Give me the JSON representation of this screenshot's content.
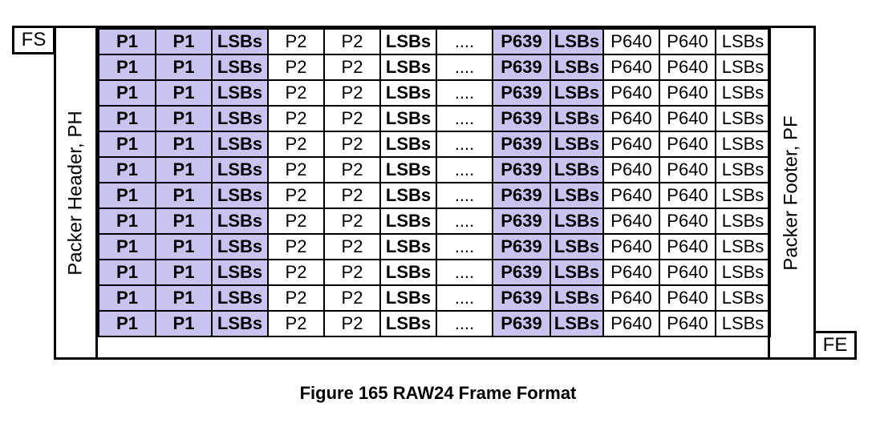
{
  "frame_start": "FS",
  "frame_end": "FE",
  "packet_header": "Packer Header, PH",
  "packet_footer": "Packer Footer, PF",
  "row_count": 12,
  "columns": [
    {
      "label": "P1",
      "bold": true,
      "highlight": "#c8c4f0"
    },
    {
      "label": "P1",
      "bold": true,
      "highlight": "#c8c4f0"
    },
    {
      "label": "LSBs",
      "bold": true,
      "highlight": "#c8c4f0"
    },
    {
      "label": "P2",
      "bold": false,
      "highlight": null
    },
    {
      "label": "P2",
      "bold": false,
      "highlight": null
    },
    {
      "label": "LSBs",
      "bold": true,
      "highlight": null
    },
    {
      "label": "....",
      "bold": false,
      "highlight": null
    },
    {
      "label": "P639",
      "bold": true,
      "highlight": "#c8c4f0"
    },
    {
      "label": "LSBs",
      "bold": true,
      "highlight": "#c8c4f0"
    },
    {
      "label": "P640",
      "bold": false,
      "highlight": null
    },
    {
      "label": "P640",
      "bold": false,
      "highlight": null
    },
    {
      "label": "LSBs",
      "bold": false,
      "highlight": null
    }
  ],
  "caption": "Figure 165 RAW24 Frame Format"
}
